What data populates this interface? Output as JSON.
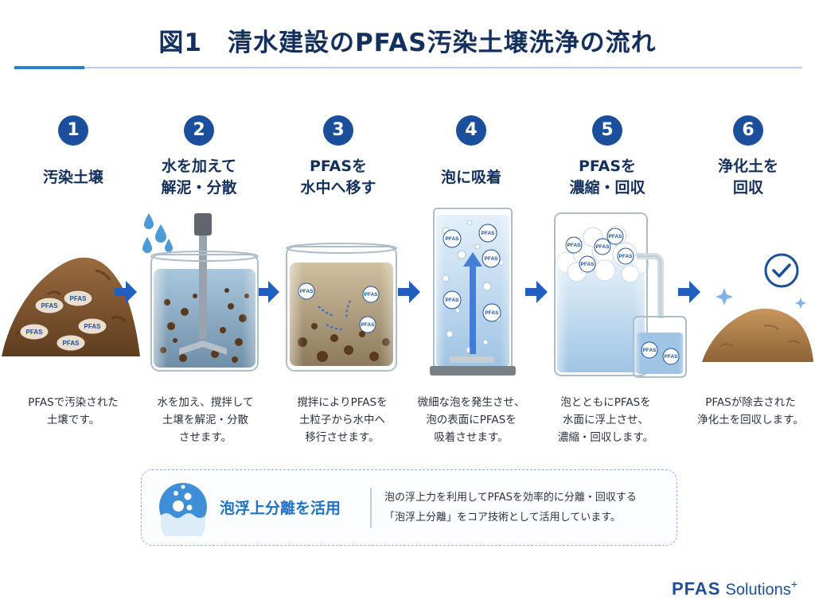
{
  "title": "図1　清水建設のPFAS汚染土壌洗浄の流れ",
  "pfas_tag": "PFAS",
  "steps": [
    {
      "number": "1",
      "label_lines": [
        "汚染土壌",
        ""
      ],
      "desc_lines": [
        "PFASで汚染された",
        "土壌です。",
        ""
      ]
    },
    {
      "number": "2",
      "label_lines": [
        "水を加えて",
        "解泥・分散"
      ],
      "desc_lines": [
        "水を加え、撹拌して",
        "土壌を解泥・分散",
        "させます。"
      ]
    },
    {
      "number": "3",
      "label_lines": [
        "PFASを",
        "水中へ移す"
      ],
      "desc_lines": [
        "撹拌によりPFASを",
        "土粒子から水中へ",
        "移行させます。"
      ]
    },
    {
      "number": "4",
      "label_lines": [
        "泡に吸着",
        ""
      ],
      "desc_lines": [
        "微細な泡を発生させ、",
        "泡の表面にPFASを",
        "吸着させます。"
      ]
    },
    {
      "number": "5",
      "label_lines": [
        "PFASを",
        "濃縮・回収"
      ],
      "desc_lines": [
        "泡とともにPFASを",
        "水面に浮上させ、",
        "濃縮・回収します。"
      ]
    },
    {
      "number": "6",
      "label_lines": [
        "浄化土を",
        "回収"
      ],
      "desc_lines": [
        "PFASが除去された",
        "浄化土を回収します。",
        ""
      ]
    }
  ],
  "callout": {
    "title": "泡浮上分離を活用",
    "text_lines": [
      "泡の浮上力を利用してPFASを効率的に分離・回収する",
      "「泡浮上分離」をコア技術として活用しています。"
    ]
  },
  "brand": {
    "main": "PFAS",
    "sub": "Solutions",
    "sup": "+"
  },
  "colors": {
    "navy": "#14305e",
    "accent": "#1b4f9c",
    "arrow": "#1e5fbf",
    "soil": "#7a5230",
    "water": "#c5dcef"
  }
}
